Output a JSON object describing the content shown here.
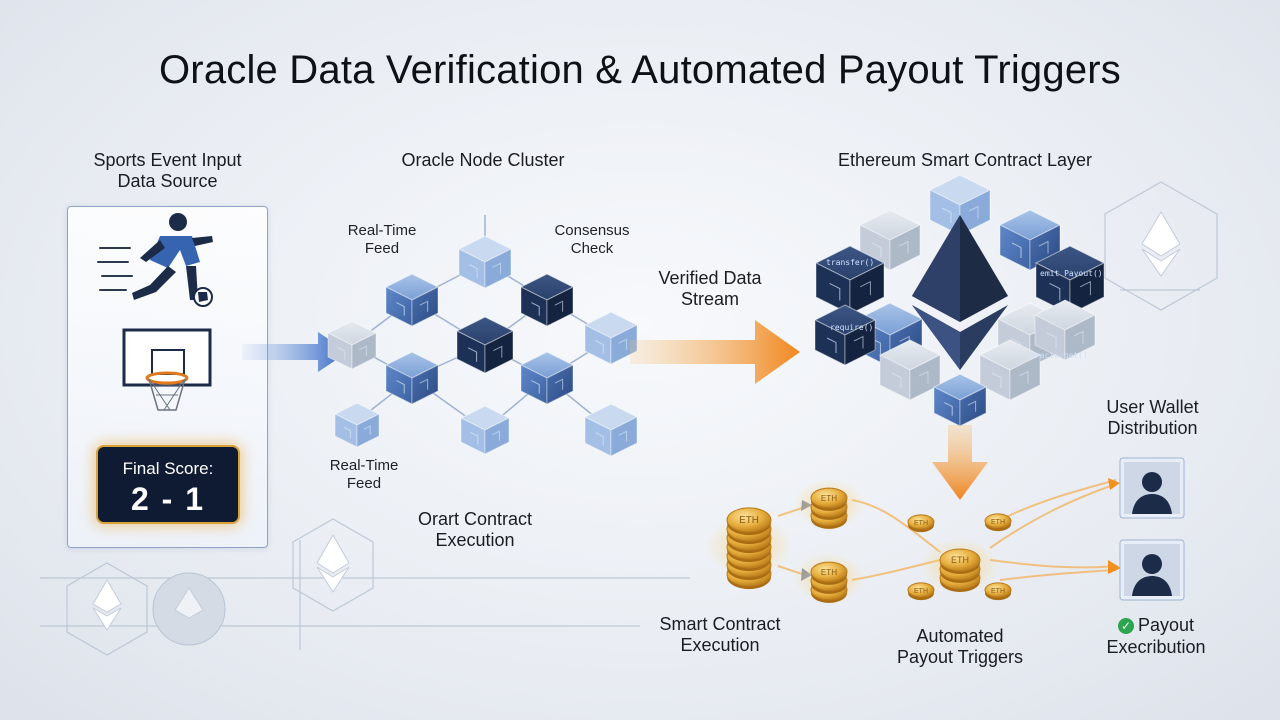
{
  "title": "Oracle Data Verification & Automated Payout Triggers",
  "sections": {
    "input": "Sports Event Input\nData Source",
    "oracle": "Oracle Node Cluster",
    "ethereum": "Ethereum Smart Contract Layer"
  },
  "oracle_labels": {
    "feed_top": "Real-Time\nFeed",
    "consensus": "Consensus\nCheck",
    "feed_bottom": "Real-Time\nFeed",
    "orart": "Orart Contract\nExecution"
  },
  "verified_stream": "Verified Data\nStream",
  "scoreboard": {
    "label": "Final Score:",
    "value": "2 - 1"
  },
  "bottom_labels": {
    "smart_contract": "Smart Contract\nExecution",
    "automated": "Automated\nPayout Triggers",
    "user_wallet": "User Wallet\nDistribution",
    "payout": "Payout\nExecribution"
  },
  "coin_text": "ETH",
  "code_lines": [
    "transfer()",
    "emit Payout()",
    "require()",
    "oracle.get()"
  ],
  "colors": {
    "accent_orange": "#f39a2e",
    "node_blue": "#5b84c4",
    "node_dark": "#1f3358",
    "check_green": "#2da44e",
    "coin_gold": "#e0a93a"
  }
}
